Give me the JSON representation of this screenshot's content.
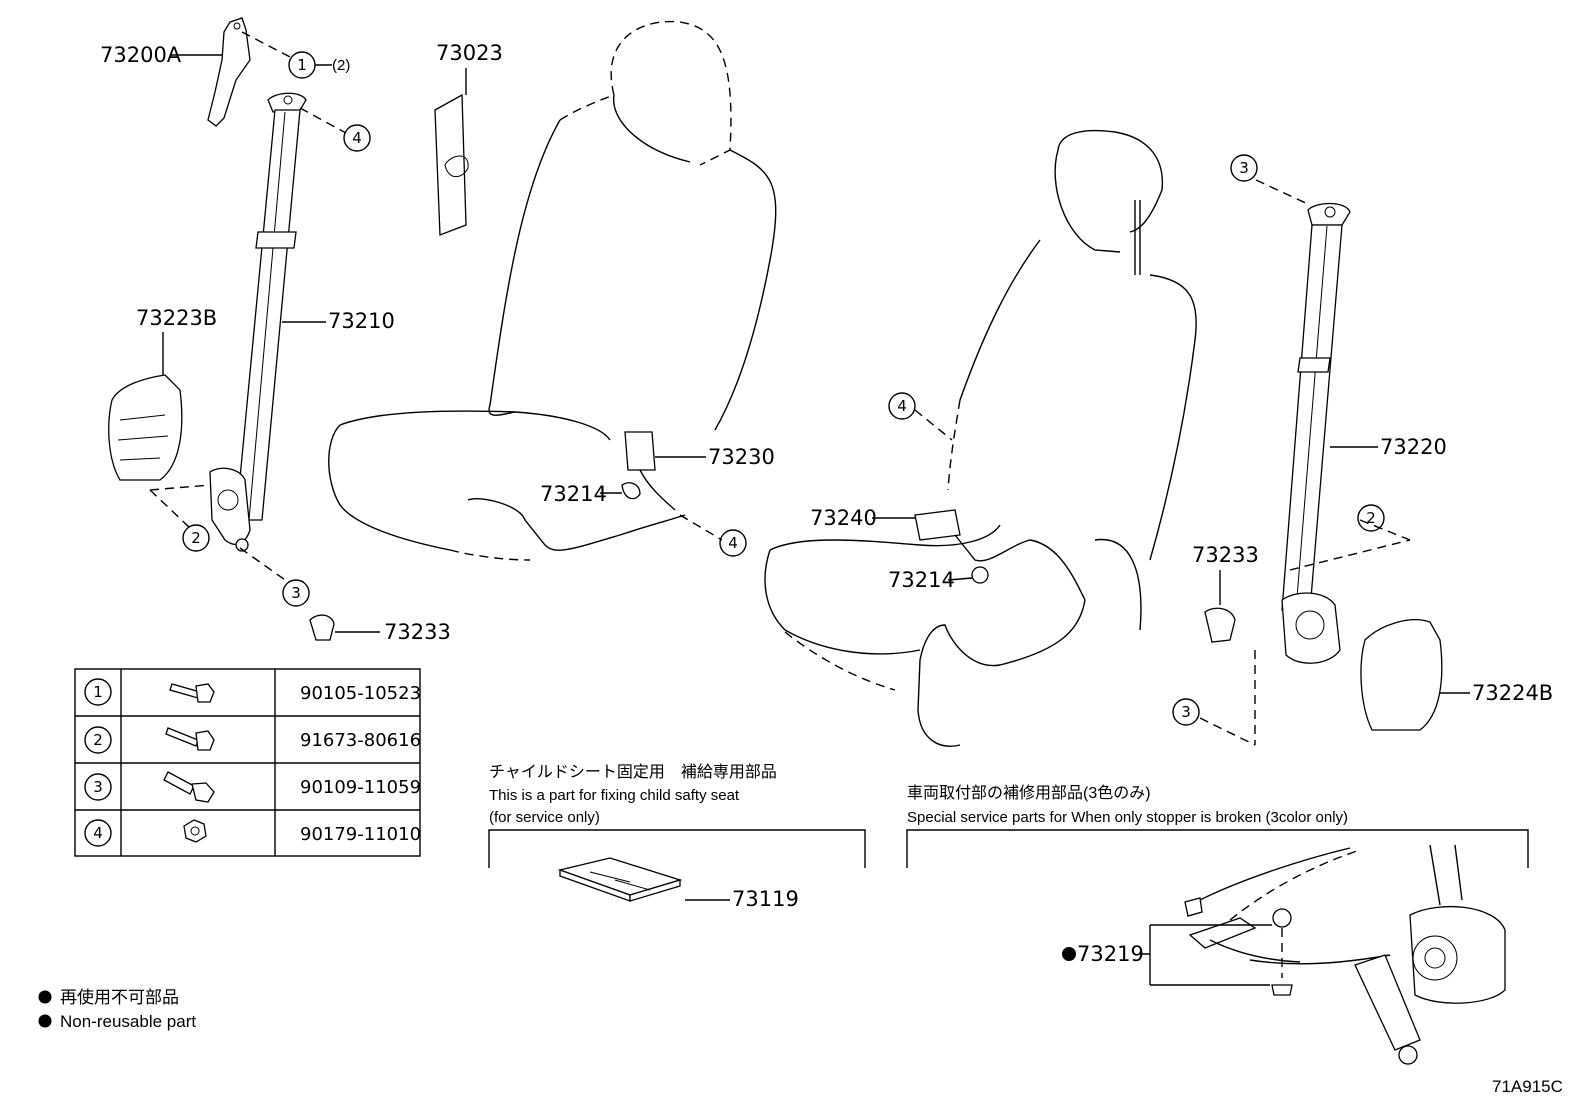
{
  "callouts": {
    "c_73200A": "73200A",
    "c_73200A_qty": "(2)",
    "c_73023": "73023",
    "c_73223B": "73223B",
    "c_73210": "73210",
    "c_73230": "73230",
    "c_73214_a": "73214",
    "c_73233_a": "73233",
    "c_73240": "73240",
    "c_73214_b": "73214",
    "c_73220": "73220",
    "c_73233_b": "73233",
    "c_73224B": "73224B",
    "c_73119": "73119",
    "c_73219": "73219"
  },
  "ref_numbers": [
    "1",
    "2",
    "3",
    "4"
  ],
  "fastener_table": [
    {
      "ref": "1",
      "part_no": "90105-10523"
    },
    {
      "ref": "2",
      "part_no": "91673-80616"
    },
    {
      "ref": "3",
      "part_no": "90109-11059"
    },
    {
      "ref": "4",
      "part_no": "90179-11010"
    }
  ],
  "child_seat_box": {
    "title_jp": "チャイルドシート固定用　補給専用部品",
    "line1": "This is a part for fixing child safty seat",
    "line2": "(for service only)"
  },
  "stopper_box": {
    "title_jp": "車両取付部の補修用部品(3色のみ)",
    "line1": "Special service parts for When only stopper is broken (3color only)"
  },
  "legend": {
    "jp": "再使用不可部品",
    "en": "Non-reusable part"
  },
  "figure_code": "71A915C"
}
